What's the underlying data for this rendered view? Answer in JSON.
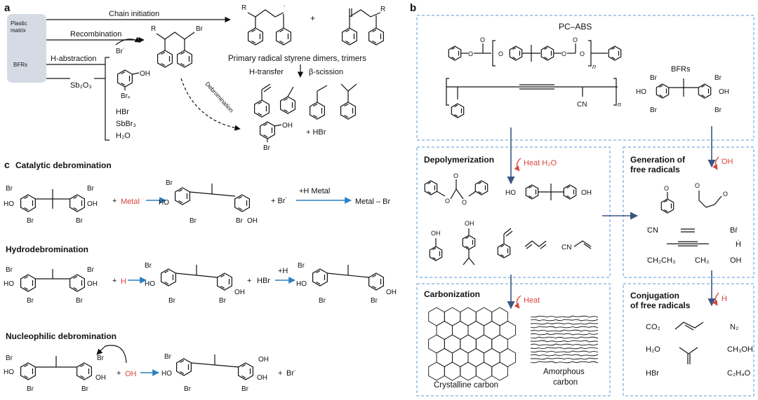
{
  "panel_a": {
    "label": "a",
    "box_plastic": "Plastic",
    "box_matrix": "matrix",
    "box_bfrs": "BFRs",
    "chain_initiation": "Chain initiation",
    "recombination": "Recombination",
    "h_abstraction": "H-abstraction",
    "sb2o3": "Sb₂O₃",
    "br_rad": "Br˙",
    "r": "R",
    "br": "Br",
    "brx": "Brₓ",
    "oh": "OH",
    "primary": "Primary radical styrene dimers, trimers",
    "h_transfer": "H-transfer",
    "beta": "β-scission",
    "debromination": "Debromination",
    "hbr": "HBr",
    "sbbr3": "SbBr₃",
    "h2o": "H₂O",
    "plus": "+",
    "plus_hbr": "+ HBr"
  },
  "panel_b": {
    "label": "b",
    "pc_abs": "PC–ABS",
    "bfrs": "BFRs",
    "n": "n",
    "cn": "CN",
    "depoly": "Depolymerization",
    "heat_h2o": "Heat  H₂O",
    "gen1": "Generation of",
    "gen2": "free radicals",
    "oh_rad": "̇OH",
    "carbon": "Carbonization",
    "heat": "Heat",
    "crystalline": "Crystalline carbon",
    "amorph1": "Amorphous",
    "amorph2": "carbon",
    "conj1": "Conjugation",
    "conj2": "of free radicals",
    "h_rad": "Ḣ",
    "cn_rad": "̇CN",
    "br_rad": "Bṙ",
    "h_dot": "Ḣ",
    "ch2ch3": "̇CH₂CH₃",
    "ch3": "̇CH₃",
    "oh2": "̇OH",
    "co2": "CO₂",
    "n2": "N₂",
    "h2o": "H₂O",
    "ch3oh": "CH₃OH",
    "hbr": "HBr",
    "c2h4o": "C₂H₄O",
    "oh": "OH",
    "ho": "HO",
    "br": "Br",
    "o": "O"
  },
  "panel_c": {
    "label": "c",
    "title": "Catalytic debromination",
    "metal": "Metal",
    "plus_br": "+ Br˙",
    "h_metal": "+H Metal",
    "metal_br": "Metal – Br",
    "hydro": "Hydrodebromination",
    "h": "H",
    "hbr": "HBr",
    "plus_h": "+H",
    "nucleo": "Nucleophilic debromination",
    "oh": "OH",
    "ho": "HO",
    "br": "Br",
    "plus": "+"
  }
}
